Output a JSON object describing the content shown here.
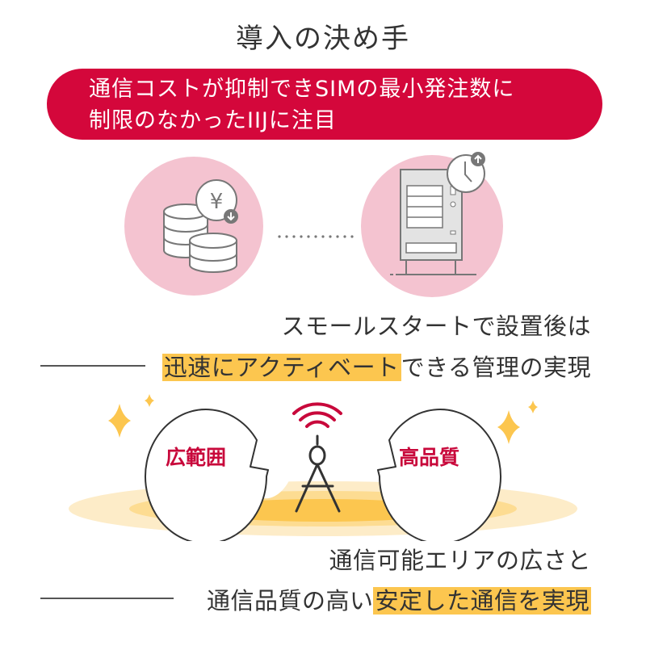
{
  "title": "導入の決め手",
  "banner": {
    "line1": "通信コストが抑制できSIMの最小発注数に",
    "line2": "制限のなかったIIJに注目"
  },
  "icons": {
    "left": "coins-yen-down-icon",
    "right": "vending-machine-clock-icon"
  },
  "section1": {
    "line1": "スモールスタートで設置後は",
    "line2_highlight": "迅速にアクティベート",
    "line2_rest": "できる管理の実現"
  },
  "illustration": {
    "left_bubble": "広範囲",
    "right_bubble": "高品質"
  },
  "section2": {
    "line1": "通信可能エリアの広さと",
    "line2_pre": "通信品質の高い",
    "line2_highlight": "安定した通信を実現"
  },
  "colors": {
    "accent": "#d4073b",
    "pink": "#f4c3d0",
    "yellow": "#fcc64f"
  }
}
